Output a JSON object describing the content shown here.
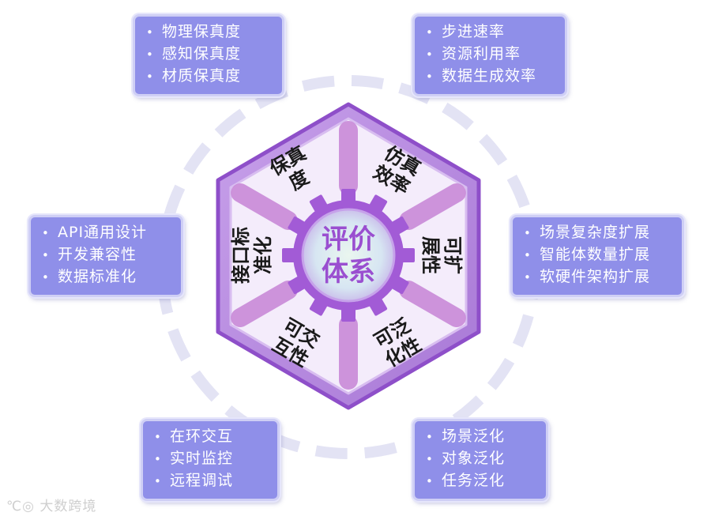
{
  "center": {
    "line1": "评价",
    "line2": "体系"
  },
  "sectors": [
    {
      "id": "fidelity",
      "lines": [
        "保真",
        "度"
      ]
    },
    {
      "id": "efficiency",
      "lines": [
        "仿真",
        "效率"
      ]
    },
    {
      "id": "scalability",
      "lines": [
        "可扩",
        "展性"
      ]
    },
    {
      "id": "generalization",
      "lines": [
        "可泛",
        "化性"
      ]
    },
    {
      "id": "interactivity",
      "lines": [
        "可交",
        "互性"
      ]
    },
    {
      "id": "standardization",
      "lines": [
        "接口标",
        "准化"
      ]
    }
  ],
  "boxes": [
    {
      "id": "fidelity",
      "items": [
        "物理保真度",
        "感知保真度",
        "材质保真度"
      ]
    },
    {
      "id": "efficiency",
      "items": [
        "步进速率",
        "资源利用率",
        "数据生成效率"
      ]
    },
    {
      "id": "scalability",
      "items": [
        "场景复杂度扩展",
        "智能体数量扩展",
        "软硬件架构扩展"
      ]
    },
    {
      "id": "generalization",
      "items": [
        "场景泛化",
        "对象泛化",
        "任务泛化"
      ]
    },
    {
      "id": "interactivity",
      "items": [
        "在环交互",
        "实时监控",
        "远程调试"
      ]
    },
    {
      "id": "standardization",
      "items": [
        "API通用设计",
        "开发兼容性",
        "数据标准化"
      ]
    }
  ],
  "bullet": "•",
  "watermark": "大数跨境",
  "colors": {
    "box_fill": "#8f8fe9",
    "hexagon_fill": "#b98ee0",
    "hexagon_border": "#8e4fc9",
    "inner_hexagon": "#f4ecfb",
    "gear": "#a25bd6",
    "spokes": "#c98ad8",
    "ring": "#e3e3f4"
  }
}
